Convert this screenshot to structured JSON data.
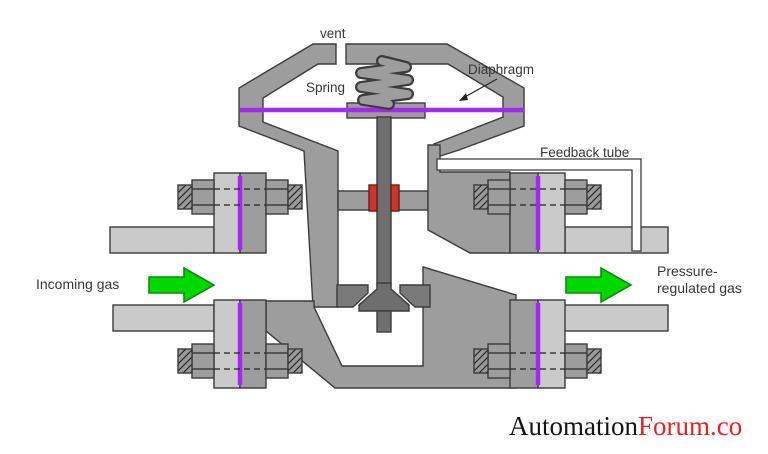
{
  "labels": {
    "vent": "vent",
    "spring": "Spring",
    "diaphragm": "Diaphragm",
    "feedback_tube": "Feedback tube",
    "incoming_gas": "Incoming gas",
    "outgoing_line1": "Pressure-",
    "outgoing_line2": "regulated gas"
  },
  "branding": {
    "name_black": "Automation",
    "name_red": "Forum.co"
  },
  "colors": {
    "background": "#ffffff",
    "outline": "#3c3c3c",
    "body_gray": "#9d9d9d",
    "light_gray": "#cacaca",
    "dark_gray": "#6e6e6e",
    "seat_gray": "#7a7a7a",
    "diaphragm_purple": "#a428f0",
    "seal_red": "#c03a30",
    "seal_red_dark": "#7a1410",
    "arrow_green": "#00d900",
    "arrow_green_dark": "#118a11",
    "label_text": "#383838",
    "brand_black": "#141414",
    "brand_red": "#ec2027"
  }
}
